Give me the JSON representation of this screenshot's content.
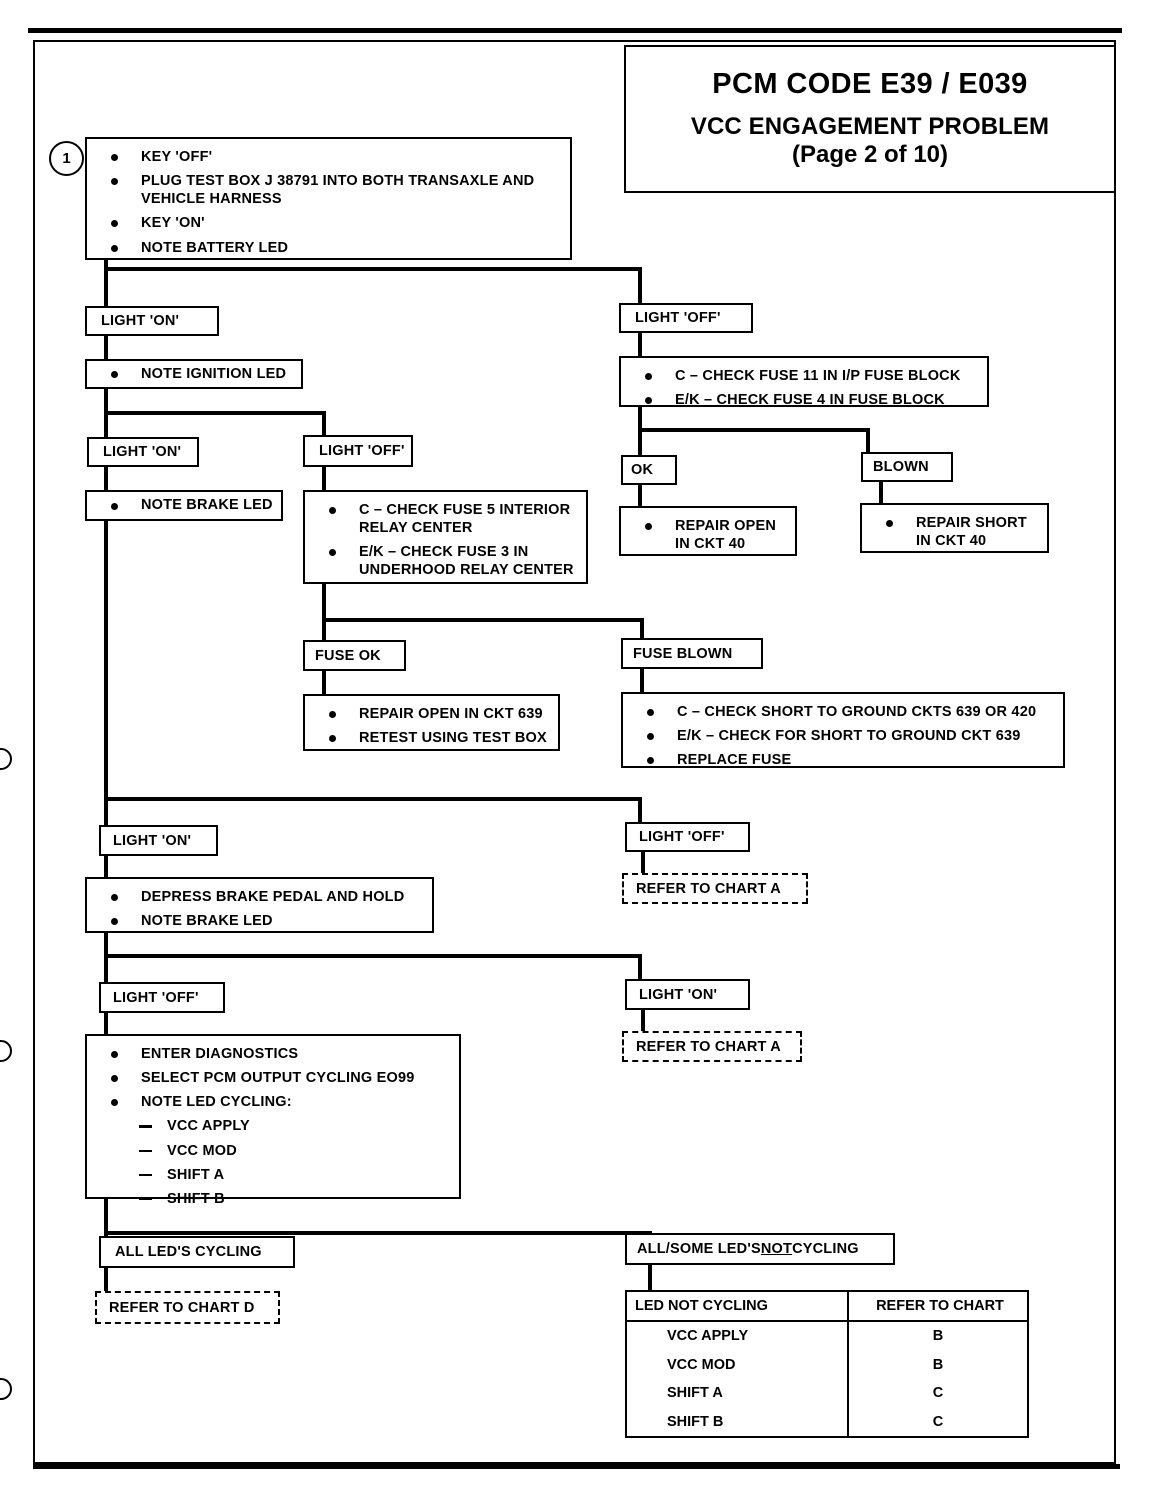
{
  "title": {
    "main": "PCM CODE E39 / E039",
    "sub": "VCC ENGAGEMENT PROBLEM",
    "page": "(Page 2 of 10)"
  },
  "step_marker": "1",
  "step1": {
    "items": [
      "KEY 'OFF'",
      "PLUG TEST BOX J  38791 INTO BOTH TRANSAXLE AND VEHICLE HARNESS",
      "KEY 'ON'",
      "NOTE BATTERY LED"
    ]
  },
  "branch_battery": {
    "on_label": "LIGHT 'ON'",
    "off_label": "LIGHT 'OFF'"
  },
  "note_ignition_led": "NOTE IGNITION LED",
  "branch_ignition": {
    "on_label": "LIGHT 'ON'",
    "off_label": "LIGHT 'OFF'"
  },
  "note_brake_led": "NOTE BRAKE LED",
  "check_fuse_relay": {
    "items": [
      "C – CHECK FUSE 5 INTERIOR RELAY CENTER",
      "E/K – CHECK FUSE 3 IN UNDERHOOD RELAY CENTER"
    ]
  },
  "check_fuse_block": {
    "items": [
      "C – CHECK FUSE 11 IN I/P FUSE BLOCK",
      "E/K – CHECK FUSE 4 IN FUSE BLOCK"
    ]
  },
  "fuse_block_result": {
    "ok_label": "OK",
    "blown_label": "BLOWN",
    "ok_action": "REPAIR  OPEN IN CKT 40",
    "blown_action": "REPAIR  SHORT IN CKT 40"
  },
  "fuse_relay_result": {
    "ok_label": "FUSE OK",
    "blown_label": "FUSE BLOWN",
    "ok_items": [
      "REPAIR OPEN IN CKT 639",
      "RETEST USING TEST BOX"
    ],
    "blown_items": [
      "C – CHECK SHORT TO GROUND CKTS 639 OR 420",
      "E/K – CHECK FOR SHORT TO GROUND CKT 639",
      "REPLACE  FUSE"
    ]
  },
  "branch_brake": {
    "on_label": "LIGHT 'ON'",
    "off_label": "LIGHT 'OFF'",
    "off_refer": "REFER TO CHART A"
  },
  "brake_pedal": {
    "items": [
      "DEPRESS BRAKE PEDAL AND HOLD",
      "NOTE BRAKE LED"
    ]
  },
  "branch_pedal": {
    "off_label": "LIGHT 'OFF'",
    "on_label": "LIGHT 'ON'",
    "on_refer": "REFER TO CHART A"
  },
  "diagnostics": {
    "items": [
      "ENTER DIAGNOSTICS",
      "SELECT PCM OUTPUT CYCLING EO99",
      "NOTE LED CYCLING:"
    ],
    "sub_items": [
      "VCC APPLY",
      "VCC MOD",
      "SHIFT A",
      "SHIFT B"
    ]
  },
  "branch_cycling": {
    "all_label": "ALL LED'S CYCLING",
    "all_refer": "REFER TO CHART D",
    "not_label_pre": "ALL/SOME LED'S ",
    "not_label_em": "NOT",
    "not_label_post": " CYCLING"
  },
  "chart_table": {
    "headers": [
      "LED NOT CYCLING",
      "REFER TO CHART"
    ],
    "rows": [
      [
        "VCC APPLY",
        "B"
      ],
      [
        "VCC MOD",
        "B"
      ],
      [
        "SHIFT A",
        "C"
      ],
      [
        "SHIFT B",
        "C"
      ]
    ]
  }
}
